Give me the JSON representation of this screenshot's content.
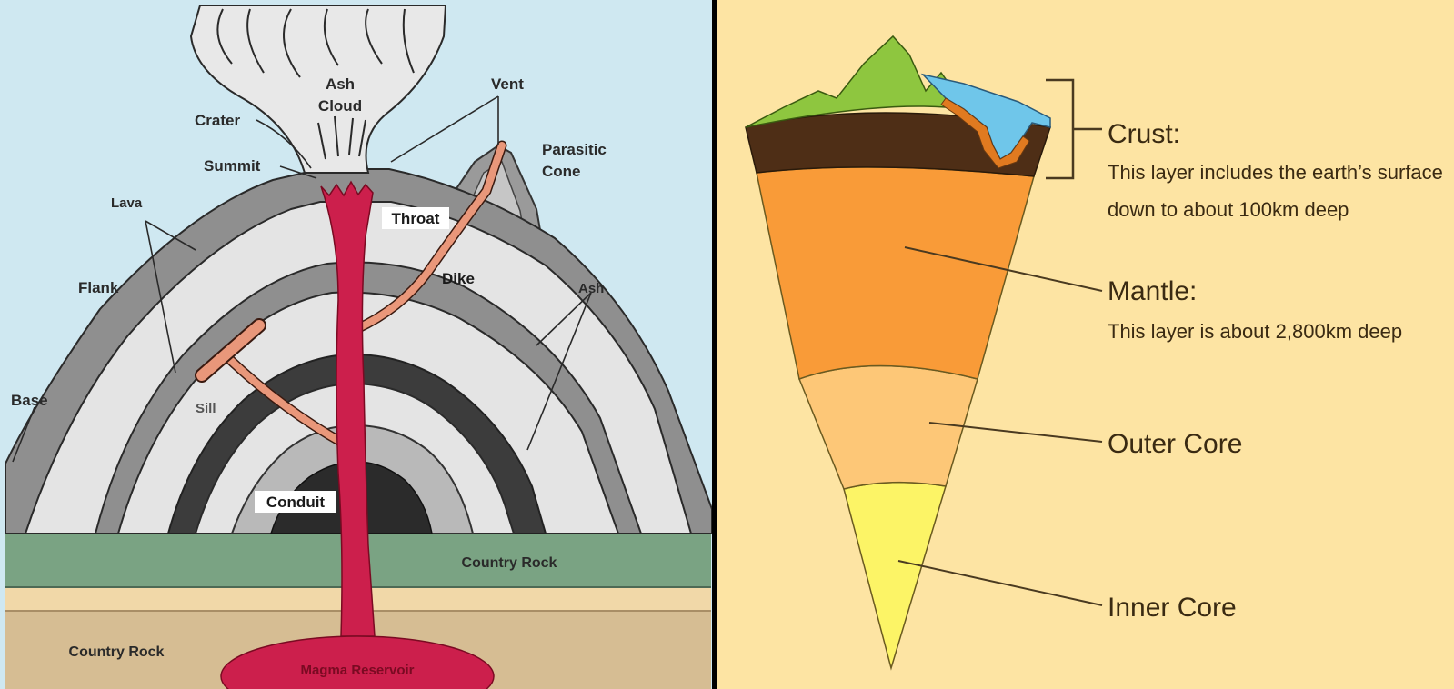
{
  "volcano": {
    "labels": {
      "ash_cloud_1": "Ash",
      "ash_cloud_2": "Cloud",
      "vent": "Vent",
      "crater": "Crater",
      "summit": "Summit",
      "parasitic_1": "Parasitic",
      "parasitic_2": "Cone",
      "lava": "Lava",
      "throat": "Throat",
      "flank": "Flank",
      "dike": "Dike",
      "ash": "Ash",
      "base": "Base",
      "sill": "Sill",
      "conduit": "Conduit",
      "country_rock_green": "Country Rock",
      "country_rock_bottom": "Country Rock",
      "magma_reservoir": "Magma Reservoir"
    },
    "colors": {
      "sky": "#cfe8f1",
      "outer_rock": "#8f8f8f",
      "light_ash": "#e4e4e4",
      "mid_rock": "#b9b9b9",
      "dark_rock": "#3c3c3c",
      "magma": "#cc1f4c",
      "dike_sill": "#e9977a",
      "country_green": "#7aa383",
      "sand": "#f1d8a8",
      "tan": "#d6bd93"
    }
  },
  "earth": {
    "crust": {
      "title": "Crust:",
      "line1": "This layer includes the earth’s surface",
      "line2": "down to about 100km deep"
    },
    "mantle": {
      "title": "Mantle:",
      "line1": "This layer is about 2,800km deep"
    },
    "outer_core": {
      "title": "Outer Core"
    },
    "inner_core": {
      "title": "Inner Core"
    },
    "colors": {
      "background": "#fde4a3",
      "crust": "#4e2e16",
      "mantle": "#f99b38",
      "outer_core": "#fdc777",
      "inner_core": "#fcf466",
      "land": "#8ec63f",
      "ocean": "#6fc6ea"
    }
  }
}
